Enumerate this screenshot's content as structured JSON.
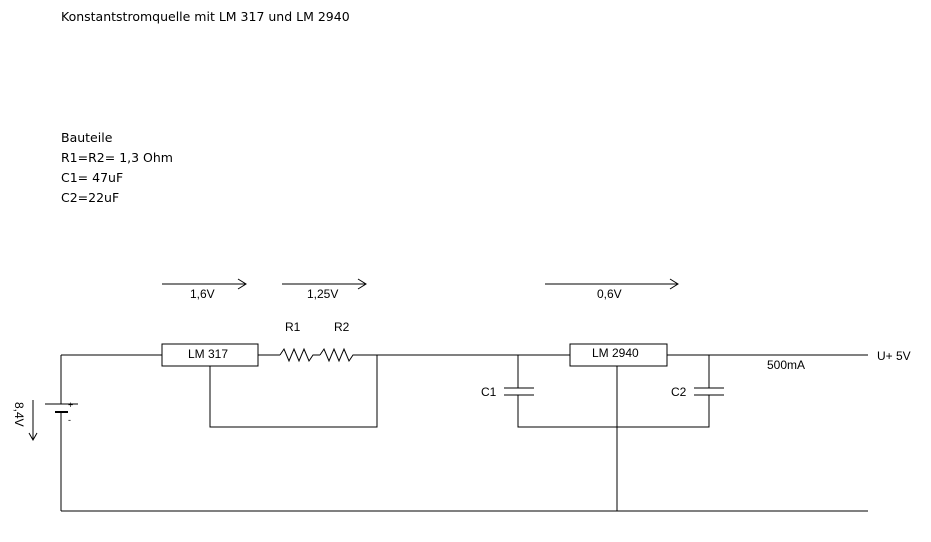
{
  "title": "Konstantstromquelle mit LM 317 und LM 2940",
  "parts": {
    "heading": "Bauteile",
    "items": [
      "R1=R2= 1,3 Ohm",
      "C1= 47uF",
      "C2=22uF"
    ]
  },
  "labels": {
    "lm317": "LM 317",
    "lm2940": "LM 2940",
    "r1": "R1",
    "r2": "R2",
    "c1": "C1",
    "c2": "C2",
    "v1": "1,6V",
    "v2": "1,25V",
    "v3": "0,6V",
    "battery_voltage": "8,4V",
    "battery_plus": "+",
    "battery_minus": "-",
    "current": "500mA",
    "output": "U+ 5V"
  },
  "colors": {
    "line": "#000000",
    "background": "#ffffff"
  }
}
